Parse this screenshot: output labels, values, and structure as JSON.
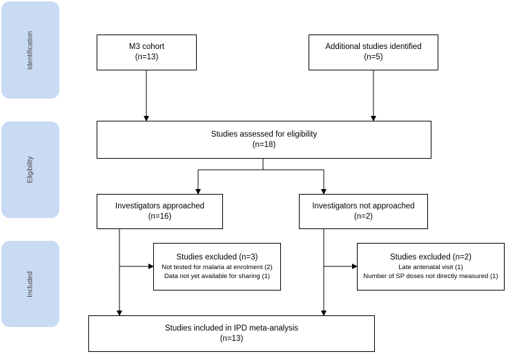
{
  "phases": {
    "identification": "Identification",
    "eligibility": "Eligibility",
    "included": "Included"
  },
  "boxes": {
    "m3_cohort": {
      "title": "M3 cohort",
      "count": "(n=13)"
    },
    "additional_studies": {
      "title": "Additional studies identified",
      "count": "(n=5)"
    },
    "assessed": {
      "title": "Studies assessed for eligibility",
      "count": "(n=18)"
    },
    "approached": {
      "title": "Investigators approached",
      "count": "(n=16)"
    },
    "not_approached": {
      "title": "Investigators not approached",
      "count": "(n=2)"
    },
    "excluded_left": {
      "title": "Studies excluded (n=3)",
      "details": [
        "Not tested for malaria at enrolment (2)",
        "Data not yet available for sharing (1)"
      ]
    },
    "excluded_right": {
      "title": "Studies excluded (n=2)",
      "details": [
        "Late antenatal visit (1)",
        "Number of SP doses not directly measured (1)"
      ]
    },
    "included": {
      "title": "Studies included in IPD meta-analysis",
      "count": "(n=13)"
    }
  },
  "colors": {
    "phase_fill": "#c9daf3",
    "line": "#000000"
  }
}
